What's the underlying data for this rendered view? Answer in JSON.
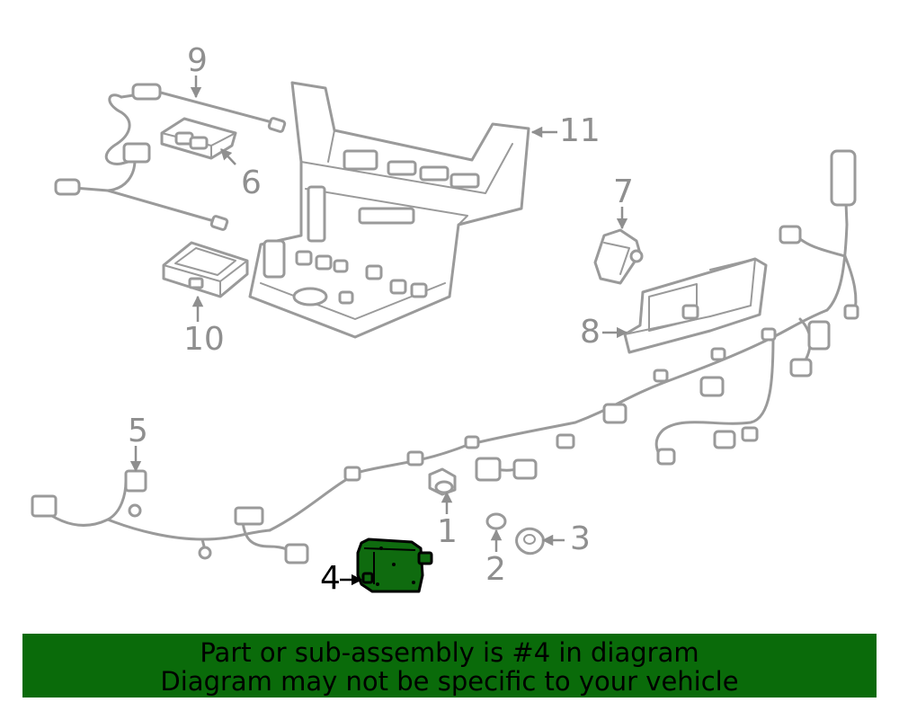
{
  "callouts": [
    {
      "id": "1",
      "label": "1"
    },
    {
      "id": "2",
      "label": "2"
    },
    {
      "id": "3",
      "label": "3"
    },
    {
      "id": "4",
      "label": "4"
    },
    {
      "id": "5",
      "label": "5"
    },
    {
      "id": "6",
      "label": "6"
    },
    {
      "id": "7",
      "label": "7"
    },
    {
      "id": "8",
      "label": "8"
    },
    {
      "id": "9",
      "label": "9"
    },
    {
      "id": "10",
      "label": "10"
    },
    {
      "id": "11",
      "label": "11"
    }
  ],
  "highlighted_part": "4",
  "colors": {
    "highlight": "#0f6b0f",
    "banner": "#0a6b0a",
    "line": "#9a9a9a"
  },
  "banner": {
    "line1": "Part or sub-assembly is #4 in diagram",
    "line2": "Diagram may not be specific to your vehicle"
  }
}
